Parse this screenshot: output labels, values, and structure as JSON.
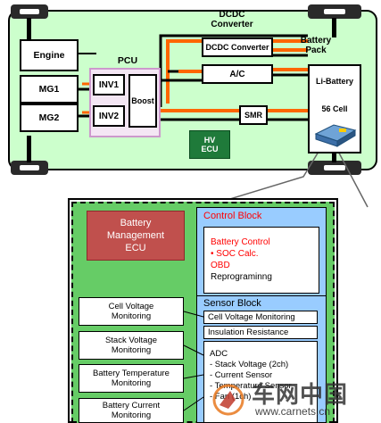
{
  "colors": {
    "vehicle_fill": "#ccffcc",
    "pcu_border": "#cc99cc",
    "hv_ecu_fill": "#1f7a3a",
    "hv_wire_orange": "#ff6600",
    "hv_wire_black": "#000000",
    "bms_fill": "#66cc66",
    "block_fill": "#99ccff",
    "bms_ecu_fill": "#c0504d",
    "red_text": "#ff0000"
  },
  "vehicle": {
    "engine": "Engine",
    "mg1": "MG1",
    "mg2": "MG2",
    "pcu_title": "PCU",
    "inv1": "INV1",
    "inv2": "INV2",
    "boost": "Boost",
    "dcdc_title_line1": "DCDC",
    "dcdc_title_line2": "Converter",
    "dcdc_box": "DCDC Converter",
    "ac": "A/C",
    "smr": "SMR",
    "hv_ecu_line1": "HV",
    "hv_ecu_line2": "ECU",
    "battery_pack_line1": "Battery",
    "battery_pack_line2": "Pack",
    "li_battery": "Li-Battery",
    "cells": "56 Cell"
  },
  "bms": {
    "ecu_line1": "Battery",
    "ecu_line2": "Management",
    "ecu_line3": "ECU",
    "control_title": "Control Block",
    "battery_control": "Battery Control",
    "soc_calc": "• SOC Calc.",
    "obd": "OBD",
    "reprogramming": "Reprograminng",
    "sensor_title": "Sensor Block",
    "cell_voltage_monitoring": "Cell Voltage Monitoring",
    "insulation_resistance": "Insulation Resistance",
    "adc": "ADC",
    "adc_stack": "- Stack Voltage (2ch)",
    "adc_current": "- Current Sensor",
    "adc_temp": "- Temperature Sensor",
    "adc_fan": "- Fan (1ch)"
  },
  "monitors": [
    {
      "line1": "Cell Voltage",
      "line2": "Monitoring"
    },
    {
      "line1": "Stack Voltage",
      "line2": "Monitoring"
    },
    {
      "line1": "Battery Temperature",
      "line2": "Monitoring"
    },
    {
      "line1": "Battery Current",
      "line2": "Monitoring"
    }
  ],
  "watermark": {
    "logo_text": "车网中国",
    "url": "www.carnets.cn"
  }
}
